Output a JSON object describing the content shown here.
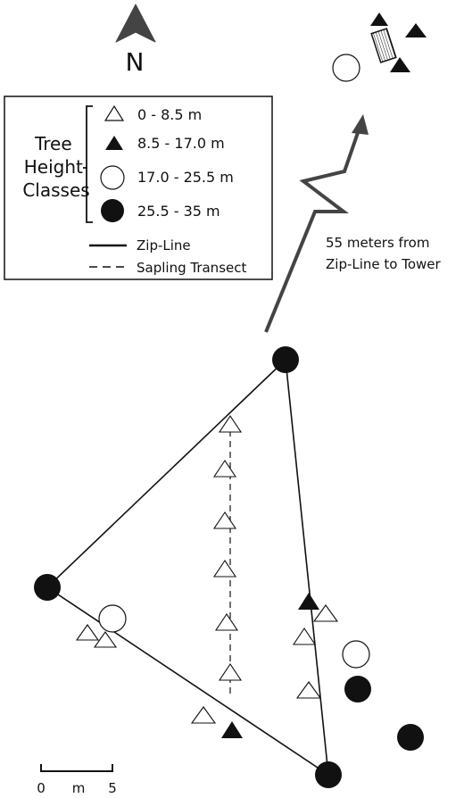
{
  "compass": {
    "letter": "N",
    "icon": "north-arrow-icon"
  },
  "legend": {
    "group_label_lines": [
      "Tree",
      "Height",
      "Classes"
    ],
    "height_classes": [
      {
        "label": "0 - 8.5 m",
        "icon": "open-triangle"
      },
      {
        "label": "8.5 - 17.0 m",
        "icon": "filled-triangle"
      },
      {
        "label": "17.0 - 25.5 m",
        "icon": "open-circle"
      },
      {
        "label": "25.5 - 35 m",
        "icon": "filled-circle"
      }
    ],
    "zipline_label": "Zip-Line",
    "transect_label": "Sapling Transect"
  },
  "tower_note_lines": [
    "55 meters from",
    "Zip-Line to Tower"
  ],
  "scale_bar": {
    "start": "0",
    "unit": "m",
    "end": "5"
  },
  "colors": {
    "ink": "#111111",
    "arrow": "#444444",
    "open_fill": "#ffffff"
  }
}
